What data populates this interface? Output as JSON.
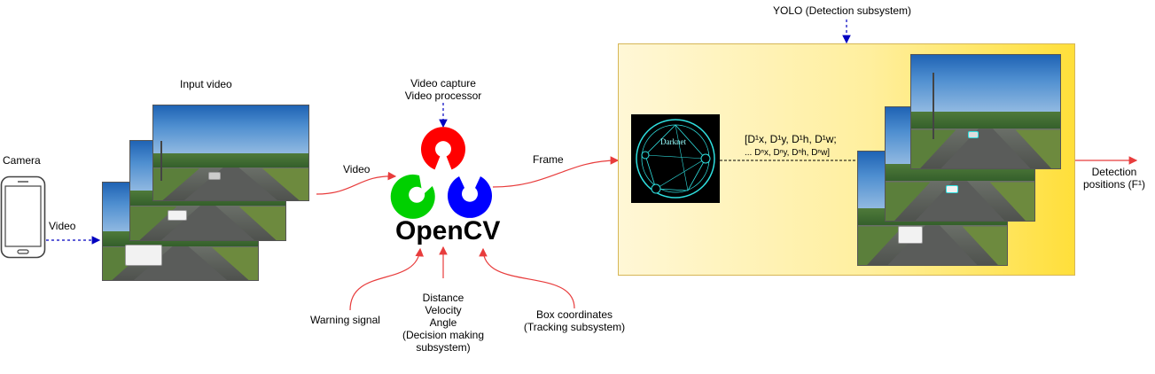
{
  "labels": {
    "camera": "Camera",
    "video_from_camera": "Video",
    "input_video": "Input video",
    "video_to_opencv": "Video",
    "video_capture_line1": "Video capture",
    "video_capture_line2": "Video processor",
    "frame": "Frame",
    "yolo_title": "YOLO (Detection subsystem)",
    "detection_line1": "Detection",
    "detection_line2": "positions (F¹)",
    "warning_signal": "Warning signal",
    "decision_line1": "Distance",
    "decision_line2": "Velocity",
    "decision_line3": "Angle",
    "decision_line4": "(Decision making",
    "decision_line5": "subsystem)",
    "box_line1": "Box coordinates",
    "box_line2": "(Tracking subsystem)",
    "coords_line1": "[D¹x, D¹y, D¹h, D¹w;",
    "coords_line2": "... Dⁿx, Dⁿy, Dⁿh, Dⁿw]"
  },
  "logos": {
    "opencv_wordmark": "OpenCV",
    "darknet_wordmark": "Darknet"
  },
  "colors": {
    "arrow_red": "#e83c3c",
    "arrow_blue": "#0000c0",
    "opencv_red": "#ff0000",
    "opencv_green": "#00d000",
    "opencv_blue": "#0000ff",
    "yolo_fill_left": "#fff7d6",
    "yolo_fill_right": "#ffdf3a",
    "darknet_cyan": "#2fe0e0"
  }
}
